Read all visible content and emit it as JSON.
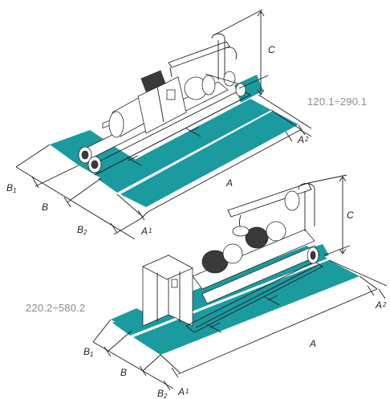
{
  "colors": {
    "service_zone": "#1b9aa0",
    "lines": "#1e1e1e",
    "model_label": "#8a8a8a"
  },
  "diagrams": [
    {
      "model_range": "120.1÷290.1",
      "dims": {
        "C": "C",
        "A": "A",
        "A1": "A",
        "A1_sub": "1",
        "A2": "A",
        "A2_sub": "2",
        "B": "B",
        "B1": "B",
        "B1_sub": "1",
        "B2": "B",
        "B2_sub": "2"
      }
    },
    {
      "model_range": "220.2÷580.2",
      "dims": {
        "C": "C",
        "A": "A",
        "A1": "A",
        "A1_sub": "1",
        "A2": "A",
        "A2_sub": "2",
        "B": "B",
        "B1": "B",
        "B1_sub": "1",
        "B2": "B",
        "B2_sub": "2"
      }
    }
  ]
}
